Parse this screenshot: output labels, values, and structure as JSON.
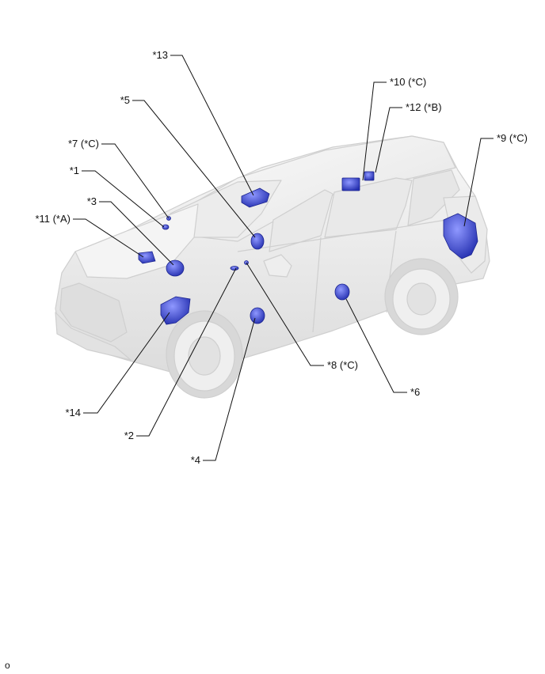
{
  "labels": {
    "c13": "*13",
    "c5": "*5",
    "c7": "*7 (*C)",
    "c1": "*1",
    "c3": "*3",
    "c11": "*11 (*A)",
    "c10": "*10 (*C)",
    "c12": "*12 (*B)",
    "c9": "*9 (*C)",
    "c14": "*14",
    "c2": "*2",
    "c4": "*4",
    "c8": "*8 (*C)",
    "c6": "*6"
  },
  "footer": "o",
  "colors": {
    "component": "#3a46d8",
    "body": "#f1f1f1",
    "outline": "#cfcfcf",
    "leader": "#111111"
  }
}
